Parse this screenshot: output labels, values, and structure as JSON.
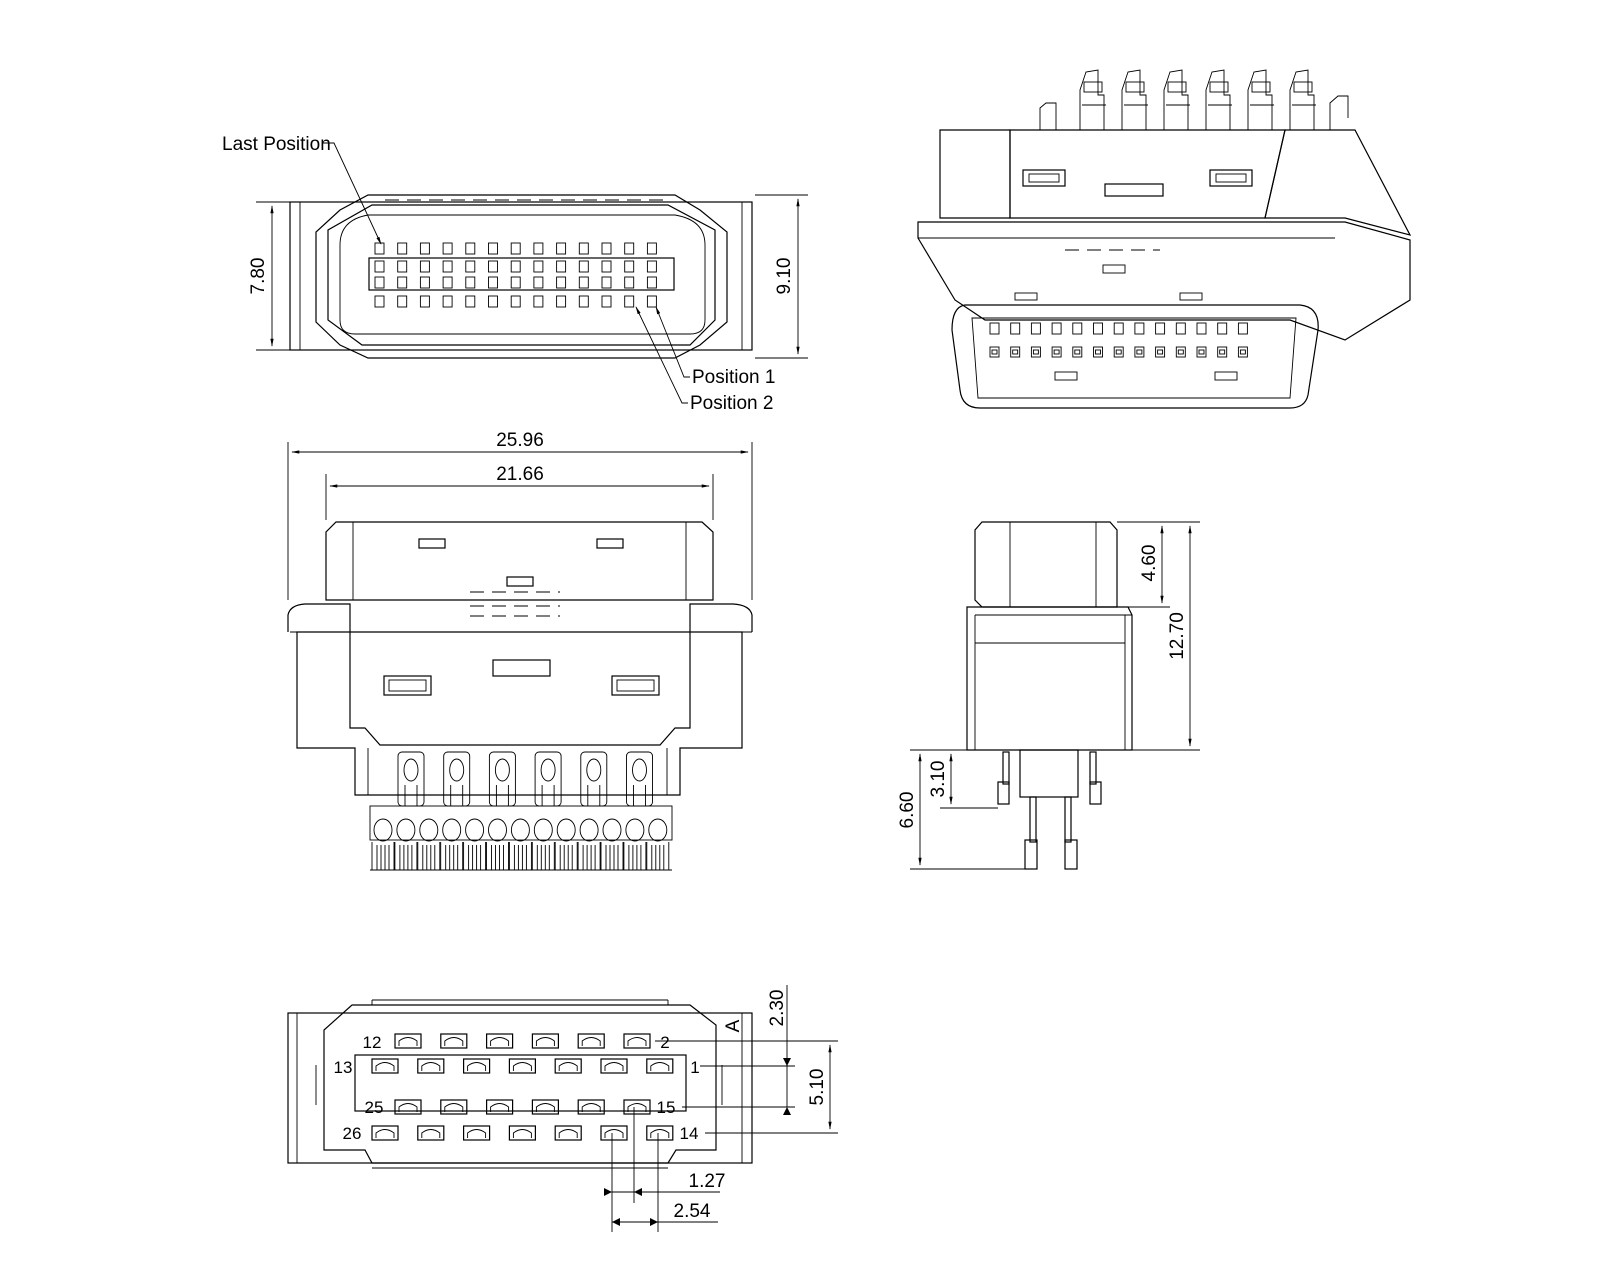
{
  "drawing": {
    "background": "#ffffff",
    "line_color": "#000000",
    "front_view": {
      "callouts": {
        "last_position": "Last Position",
        "position_1": "Position 1",
        "position_2": "Position 2"
      },
      "dims": {
        "height_inner": "7.80",
        "height_outer": "9.10"
      }
    },
    "top_view": {
      "dims": {
        "overall_width": "25.96",
        "body_width": "21.66"
      }
    },
    "side_view": {
      "dims": {
        "upper_height": "4.60",
        "total_height": "12.70",
        "tail_short": "3.10",
        "tail_long": "6.60"
      }
    },
    "pcb_layout": {
      "polarity_mark": "A",
      "pin_labels": {
        "row1_left": "12",
        "row1_right": "2",
        "row2_left": "13",
        "row2_right": "1",
        "row3_left": "25",
        "row3_right": "15",
        "row4_left": "26",
        "row4_right": "14"
      },
      "dims": {
        "row_offset": "2.30",
        "row_span": "5.10",
        "half_pitch": "1.27",
        "pitch": "2.54"
      }
    }
  }
}
